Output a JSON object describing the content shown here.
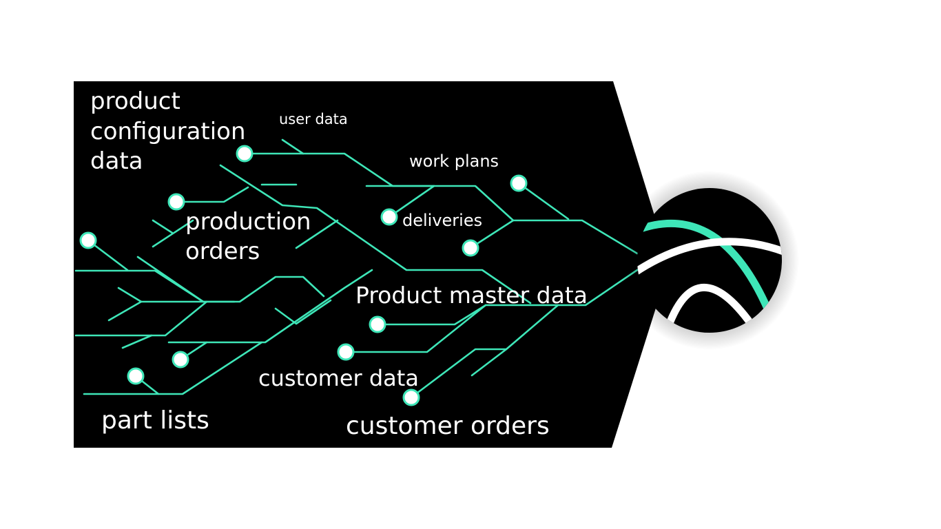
{
  "colors": {
    "panel": "#000000",
    "accent": "#3ee6b8",
    "text": "#ffffff",
    "background": "#ffffff"
  },
  "labels": {
    "product_configuration_data": [
      "product",
      "configuration",
      "data"
    ],
    "user_data": "user data",
    "work_plans": "work plans",
    "production_orders": [
      "production",
      "orders"
    ],
    "deliveries": "deliveries",
    "product_master_data": "Product master data",
    "customer_data": "customer data",
    "part_lists": "part lists",
    "customer_orders": "customer orders"
  },
  "icons": {
    "hub": "globe-hub-icon"
  }
}
